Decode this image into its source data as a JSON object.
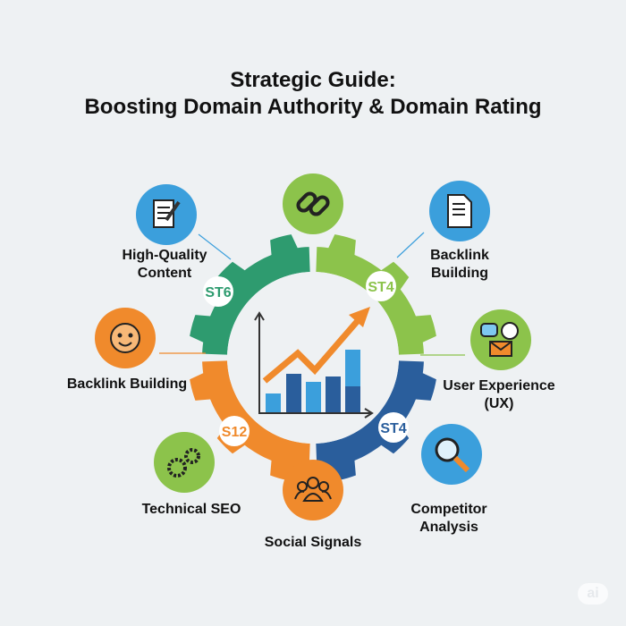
{
  "title": {
    "line1": "Strategic Guide:",
    "line2": "Boosting Domain Authority & Domain Rating"
  },
  "colors": {
    "dark_green": "#2e9b6f",
    "light_green": "#8cc34b",
    "blue": "#2a5e9c",
    "orange": "#f08a2c",
    "sky": "#3b9fdc"
  },
  "gear_badges": [
    "ST6",
    "ST4",
    "S12",
    "ST4"
  ],
  "items": [
    {
      "label": "High-Quality Content",
      "icon": "document-pen-icon"
    },
    {
      "label": "",
      "icon": "chain-link-icon"
    },
    {
      "label": "Backlink Building",
      "icon": "document-icon"
    },
    {
      "label": "Backlink Building",
      "icon": "smiley-face-icon"
    },
    {
      "label": "User Experience (UX)",
      "icon": "chat-user-icon"
    },
    {
      "label": "Technical SEO",
      "icon": "gears-icon"
    },
    {
      "label": "Social Signals",
      "icon": "people-icon"
    },
    {
      "label": "Competitor Analysis",
      "icon": "magnifier-icon"
    }
  ],
  "watermark": "ai"
}
